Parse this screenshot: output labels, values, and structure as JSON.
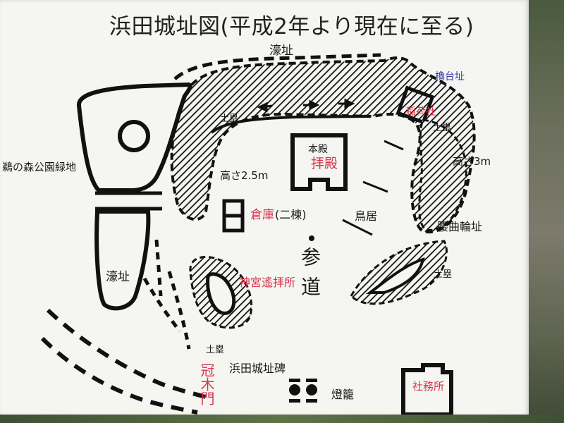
{
  "map": {
    "title": "浜田城址図(平成2年より現在に至る)",
    "labels": {
      "moat_top": "濠址",
      "moat_left": "濠址",
      "park": "鵜の森公園緑地",
      "turret": "櫓台址",
      "inari": "稲荷社",
      "earthwork_top_left": "土塁",
      "earthwork_top_right": "土塁",
      "earthwork_mid_right": "土塁",
      "earthwork_bottom": "土塁",
      "main_hall_small": "本殿",
      "worship_hall": "拝殿",
      "height_left": "高さ2.5m",
      "height_right": "高さ3m",
      "storehouse_red": "倉庫",
      "storehouse_black": "(二棟)",
      "torii": "鳥居",
      "koshiguruwa": "腰曲輪址",
      "approach": "参道",
      "shrine_yohaisho": "神宮遙拝所",
      "monument": "浜田城址碑",
      "kabukimon": "冠木門",
      "lanterns": "燈籠",
      "shamusho": "社務所"
    }
  },
  "colors": {
    "sign_bg": "#f5f5f2",
    "ink": "#1b1b1b",
    "red_text": "#d8344c",
    "blue_text": "#3c3aa8"
  }
}
